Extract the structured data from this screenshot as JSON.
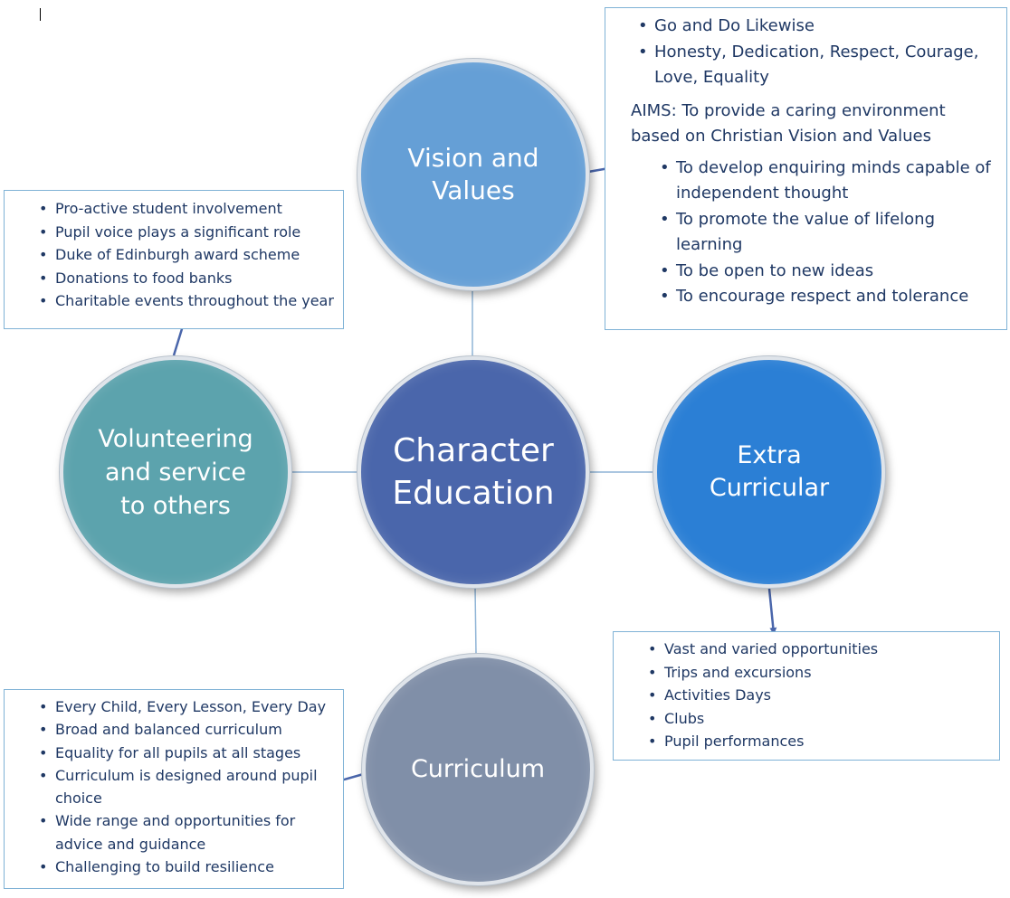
{
  "diagram": {
    "center": "Character\nEducation",
    "nodes": {
      "vision": {
        "label": "Vision and\nValues",
        "color": "#659fd6",
        "items": [
          "Go and Do Likewise",
          "Honesty, Dedication, Respect, Courage, Love, Equality"
        ],
        "aims_heading": "AIMS: To provide a caring environment based on Christian Vision and Values",
        "aims": [
          "To develop enquiring minds capable of independent thought",
          "To promote the value of lifelong learning",
          "To be open to new ideas",
          "To encourage respect and tolerance"
        ]
      },
      "volunteering": {
        "label": "Volunteering\nand service\nto others",
        "color": "#5ca3ad",
        "items": [
          "Pro-active student involvement",
          "Pupil voice plays a significant role",
          "Duke of Edinburgh award scheme",
          "Donations to food banks",
          "Charitable events throughout the year"
        ]
      },
      "extra": {
        "label": "Extra\nCurricular",
        "color": "#2b7fd5",
        "items": [
          "Vast and varied opportunities",
          "Trips and excursions",
          "Activities Days",
          "Clubs",
          "Pupil performances"
        ]
      },
      "curriculum": {
        "label": "Curriculum",
        "color": "#808fa8",
        "items": [
          "Every Child, Every Lesson, Every Day",
          "Broad and balanced curriculum",
          "Equality for all pupils at all stages",
          "Curriculum is designed around pupil choice",
          "Wide range and opportunities for advice and guidance",
          "Challenging to build resilience"
        ]
      }
    },
    "center_color": "#4a66ab",
    "line_color": "#8fb4d6",
    "arrow_color": "#4a66ab"
  }
}
